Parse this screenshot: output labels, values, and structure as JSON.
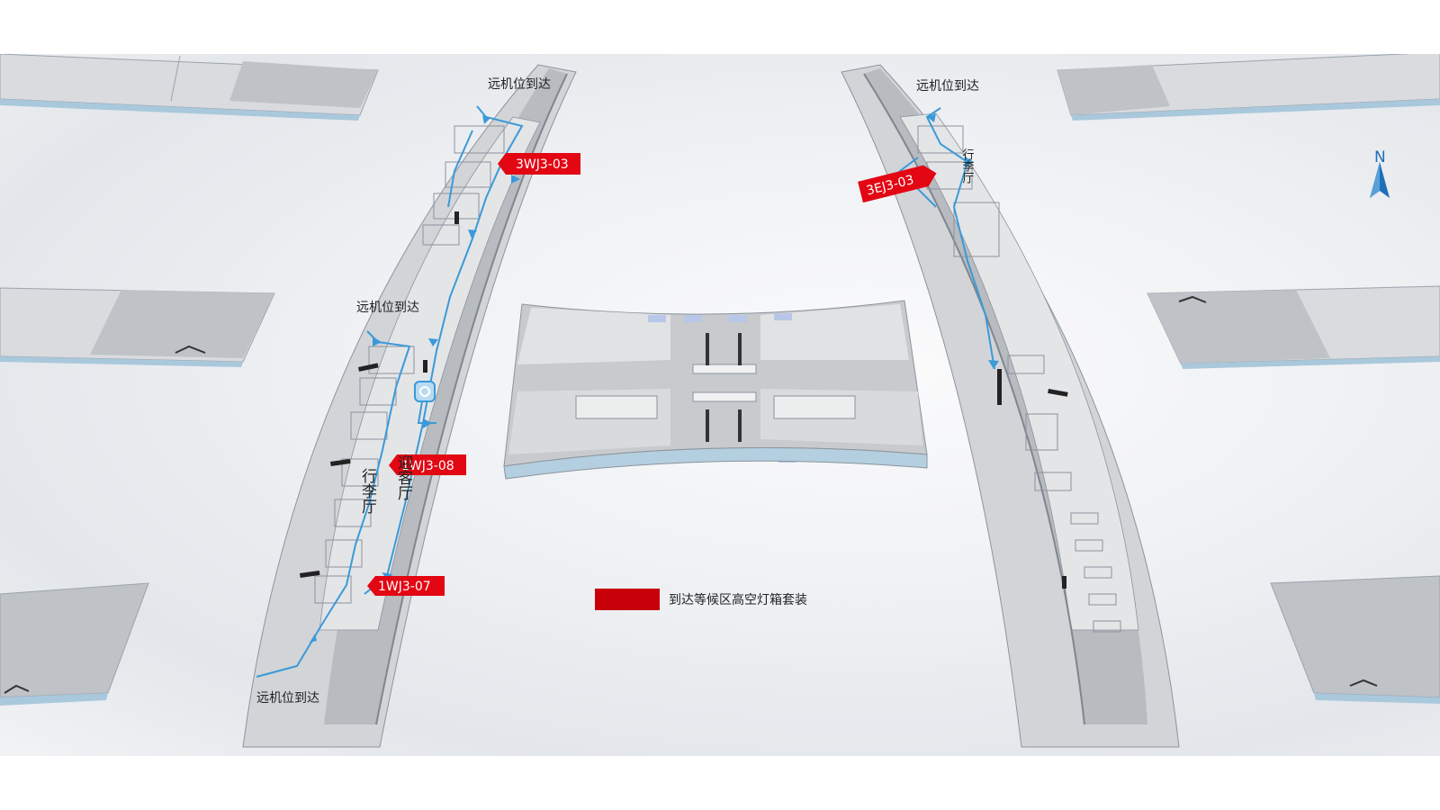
{
  "map": {
    "compass_label": "N",
    "legend": {
      "label": "到达等候区高空灯箱套装",
      "color": "#c8000a"
    },
    "arrival_labels": [
      "远机位到达",
      "远机位到达",
      "远机位到达",
      "远机位到达"
    ],
    "area_labels": {
      "baggage_hall": "行李厅",
      "lounge": "迎客厅",
      "right_hall": "行李厅"
    },
    "tags": [
      {
        "id": "3WJ3-03"
      },
      {
        "id": "1WJ3-08"
      },
      {
        "id": "1WJ3-07"
      },
      {
        "id": "3EJ3-03"
      }
    ],
    "icons": [
      "compass-north-icon",
      "escalator-icon"
    ],
    "colors": {
      "route": "#3a9ad9",
      "tag": "#e30613",
      "building": "#d8dadd"
    }
  }
}
